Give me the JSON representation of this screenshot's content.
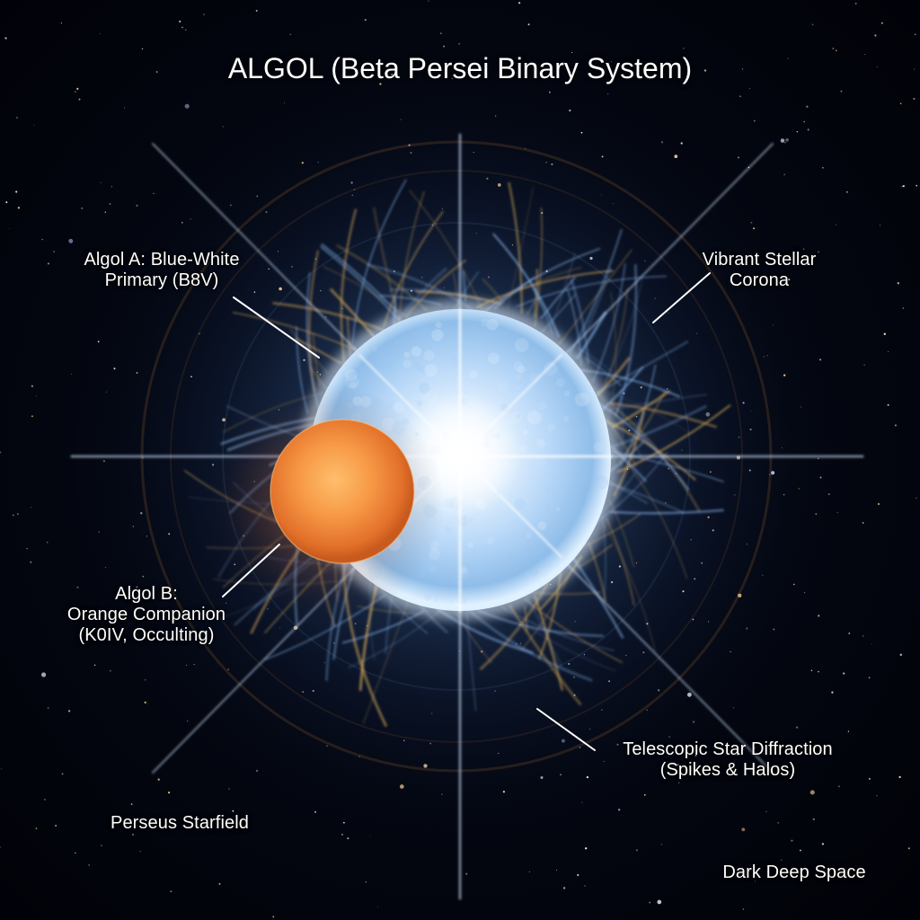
{
  "title": "ALGOL (Beta Persei Binary System)",
  "labels": {
    "algol_a": [
      "Algol A: Blue-White",
      "Primary (B8V)"
    ],
    "corona": [
      "Vibrant Stellar",
      "Corona"
    ],
    "algol_b": [
      "Algol B:",
      "Orange Companion",
      "(K0IV, Occulting)"
    ],
    "diffraction": [
      "Telescopic Star Diffraction",
      "(Spikes & Halos)"
    ],
    "starfield": "Perseus Starfield",
    "deep_space": "Dark Deep Space"
  },
  "colors": {
    "space": "#03050c",
    "primary_star": "#cfe6ff",
    "companion_star": "#f08a3a",
    "corona": "#e2b25a",
    "label_text": "#ffffff"
  }
}
